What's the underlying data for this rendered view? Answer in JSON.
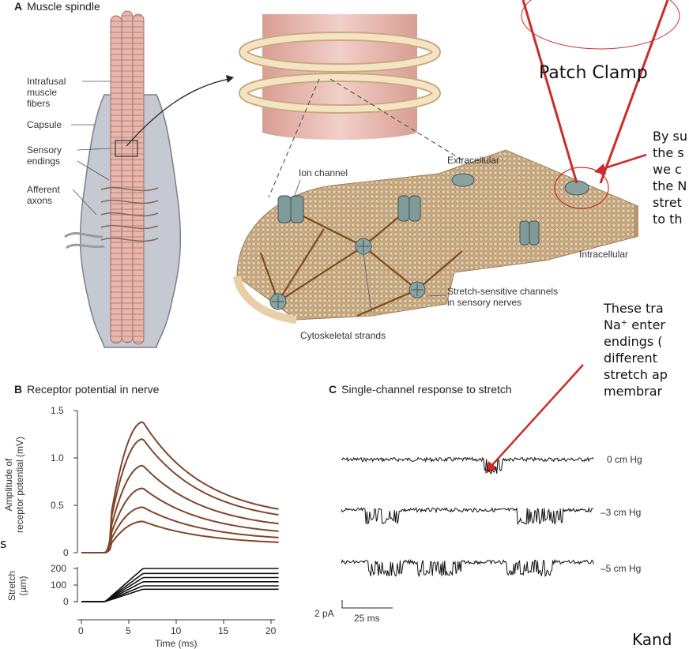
{
  "panel_a": {
    "letter": "A",
    "title": "Muscle spindle",
    "labels": {
      "intrafusal": [
        "Intrafusal",
        "muscle",
        "fibers"
      ],
      "capsule": "Capsule",
      "sensory": [
        "Sensory",
        "endings"
      ],
      "afferent": [
        "Afferent",
        "axons"
      ],
      "ion_channel": "Ion channel",
      "extracellular": "Extracellular",
      "intracellular": "Intracellular",
      "stretch_channels": [
        "Stretch-sensitive channels",
        "in sensory nerves"
      ],
      "cytoskeletal": "Cytoskeletal strands"
    }
  },
  "patch_clamp": {
    "title": "Patch Clamp",
    "lines": [
      "By su",
      "the s",
      "we c",
      "the N",
      "stret",
      "to th"
    ]
  },
  "transduction_note": {
    "lines": [
      "These tra",
      "Na⁺ enter",
      "endings (",
      "different",
      "stretch ap",
      "membrar"
    ]
  },
  "left_edge_fragment": "s",
  "bottom_right_fragment": "Kand",
  "panel_b": {
    "letter": "B",
    "title": "Receptor potential in nerve",
    "ylabel_top": [
      "Amplitude of",
      "receptor potential (mV)"
    ],
    "ylabel_bottom": [
      "Stretch",
      "(µm)"
    ],
    "y_ticks_top": [
      "1.5",
      "1.0",
      "0.5",
      "0"
    ],
    "y_ticks_bottom": [
      "200",
      "100",
      "0"
    ],
    "x_ticks": [
      "0",
      "5",
      "10",
      "15",
      "20"
    ],
    "xlabel": "Time (ms)"
  },
  "panel_c": {
    "letter": "C",
    "title": "Single-channel response to stretch",
    "trace_labels": [
      "0 cm Hg",
      "–3 cm Hg",
      "–5 cm Hg"
    ],
    "scale_current": "2 pA",
    "scale_time": "25 ms"
  },
  "chart_data": {
    "type": "line",
    "title": "Receptor potential in nerve",
    "xlabel": "Time (ms)",
    "ylabel": "Amplitude of receptor potential (mV)",
    "xlim": [
      0,
      21
    ],
    "ylim": [
      0,
      1.5
    ],
    "series": [
      {
        "peak": 1.38
      },
      {
        "peak": 1.2
      },
      {
        "peak": 0.92
      },
      {
        "peak": 0.68
      },
      {
        "peak": 0.48
      },
      {
        "peak": 0.33
      }
    ],
    "stretch_levels": [
      200,
      170,
      145,
      120,
      95,
      75
    ]
  },
  "colors": {
    "fiber": "#e7b6ad",
    "capsule": "#c6c8d2",
    "membrane": "#cdb28c",
    "channel": "#7f9a98",
    "strand": "#7a4d22",
    "curve": "#80462b",
    "callout_red": "#cc2b2b"
  }
}
